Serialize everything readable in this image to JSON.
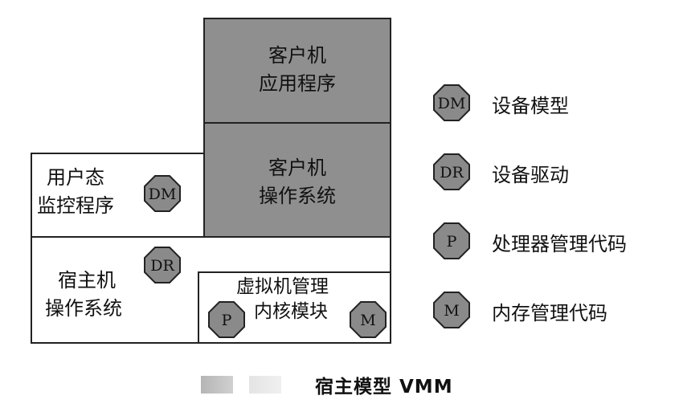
{
  "colors": {
    "host_fill": "#8f8f8f",
    "badge_fill": "#8a8a8a",
    "stroke": "#222222"
  },
  "diagram": {
    "guest_app": {
      "line1": "客户机",
      "line2": "应用程序"
    },
    "guest_os": {
      "line1": "客户机",
      "line2": "操作系统"
    },
    "user_monitor": {
      "line1": "用户态",
      "line2": "监控程序",
      "badge": "DM"
    },
    "host_os": {
      "line1": "宿主机",
      "line2": "操作系统",
      "badge": "DR"
    },
    "vmm_kernel": {
      "line1": "虚拟机管理",
      "line2": "内核模块",
      "badge_left": "P",
      "badge_right": "M"
    }
  },
  "legend": [
    {
      "icon": "DM",
      "text": "设备模型"
    },
    {
      "icon": "DR",
      "text": "设备驱动"
    },
    {
      "icon": "P",
      "text": "处理器管理代码"
    },
    {
      "icon": "M",
      "text": "内存管理代码"
    }
  ],
  "caption": "宿主模型 VMM"
}
